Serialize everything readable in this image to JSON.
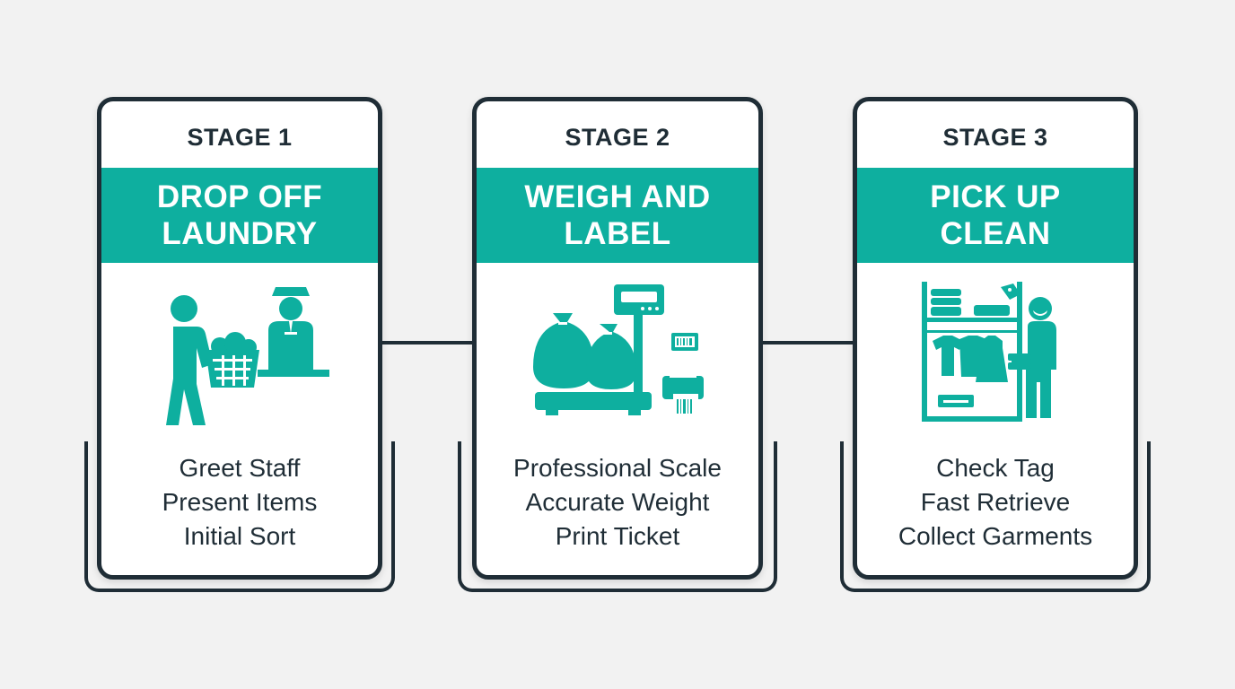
{
  "stages": [
    {
      "label": "STAGE 1",
      "title_line1": "DROP OFF",
      "title_line2": "LAUNDRY",
      "icon": "laundry-drop-off-icon",
      "steps": [
        "Greet Staff",
        "Present Items",
        "Initial Sort"
      ]
    },
    {
      "label": "STAGE 2",
      "title_line1": "WEIGH AND",
      "title_line2": "LABEL",
      "icon": "scale-and-label-icon",
      "steps": [
        "Professional Scale",
        "Accurate Weight",
        "Print Ticket"
      ]
    },
    {
      "label": "STAGE 3",
      "title_line1": "PICK UP",
      "title_line2": "CLEAN",
      "icon": "garment-pickup-icon",
      "steps": [
        "Check Tag",
        "Fast Retrieve",
        "Collect Garments"
      ]
    }
  ],
  "colors": {
    "accent": "#0eaf9f",
    "outline": "#1f2d36",
    "background": "#f2f2f2",
    "card": "#ffffff"
  }
}
